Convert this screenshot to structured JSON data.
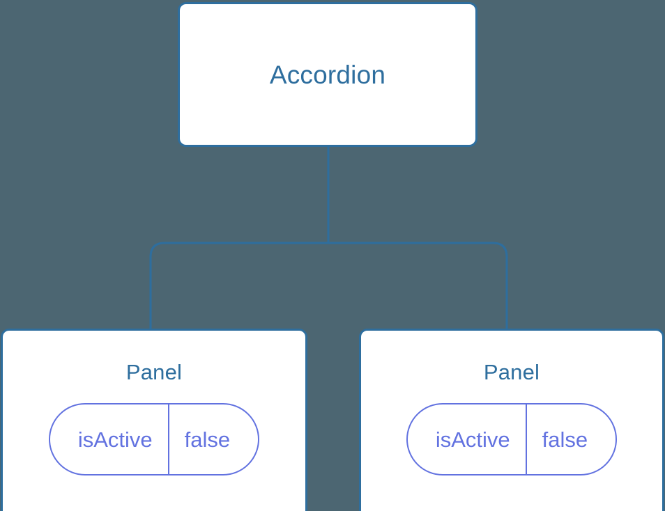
{
  "diagram": {
    "type": "component-tree",
    "background_color": "#4c6672",
    "node_border_color": "#2e6e9e",
    "node_text_color": "#2e6e9e",
    "node_fill_color": "#ffffff",
    "edge_color": "#2e6e9e",
    "pill_color": "#6272e0",
    "root": {
      "label": "Accordion"
    },
    "children": [
      {
        "label": "Panel",
        "state": {
          "key": "isActive",
          "value": "false"
        }
      },
      {
        "label": "Panel",
        "state": {
          "key": "isActive",
          "value": "false"
        }
      }
    ]
  }
}
